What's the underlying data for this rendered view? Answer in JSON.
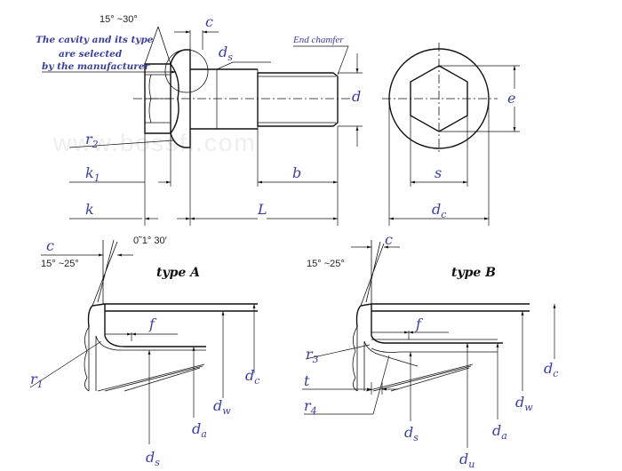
{
  "watermark": "www.bossfl.com",
  "top_view": {
    "angle_head": "15° ~30°",
    "cavity_note": [
      "The cavity and its type",
      "are selected",
      "by the manufacturer"
    ],
    "end_chamfer": "End chamfer",
    "labels": {
      "c": "c",
      "ds": "d",
      "ds_sub": "s",
      "d": "d",
      "r2": "r",
      "r2_sub": "2",
      "k1": "k",
      "k1_sub": "1",
      "k": "k",
      "b": "b",
      "L": "L"
    }
  },
  "end_view": {
    "labels": {
      "e": "e",
      "s": "s",
      "dc": "d",
      "dc_sub": "c"
    }
  },
  "type_a": {
    "title": "type A",
    "angle_flange": "15° ~25°",
    "angle_bottom": "0˜1° 30′",
    "labels": {
      "c": "c",
      "f": "f",
      "r1": "r",
      "r1_sub": "1",
      "dc": "d",
      "dc_sub": "c",
      "dw": "d",
      "dw_sub": "w",
      "da": "d",
      "da_sub": "a",
      "ds": "d",
      "ds_sub": "s"
    }
  },
  "type_b": {
    "title": "type B",
    "angle_flange": "15° ~25°",
    "labels": {
      "c": "c",
      "f": "f",
      "r3": "r",
      "r3_sub": "3",
      "t": "t",
      "r4": "r",
      "r4_sub": "4",
      "dc": "d",
      "dc_sub": "c",
      "dw": "d",
      "dw_sub": "w",
      "da": "d",
      "da_sub": "a",
      "ds": "d",
      "ds_sub": "s",
      "du": "d",
      "du_sub": "u"
    }
  }
}
